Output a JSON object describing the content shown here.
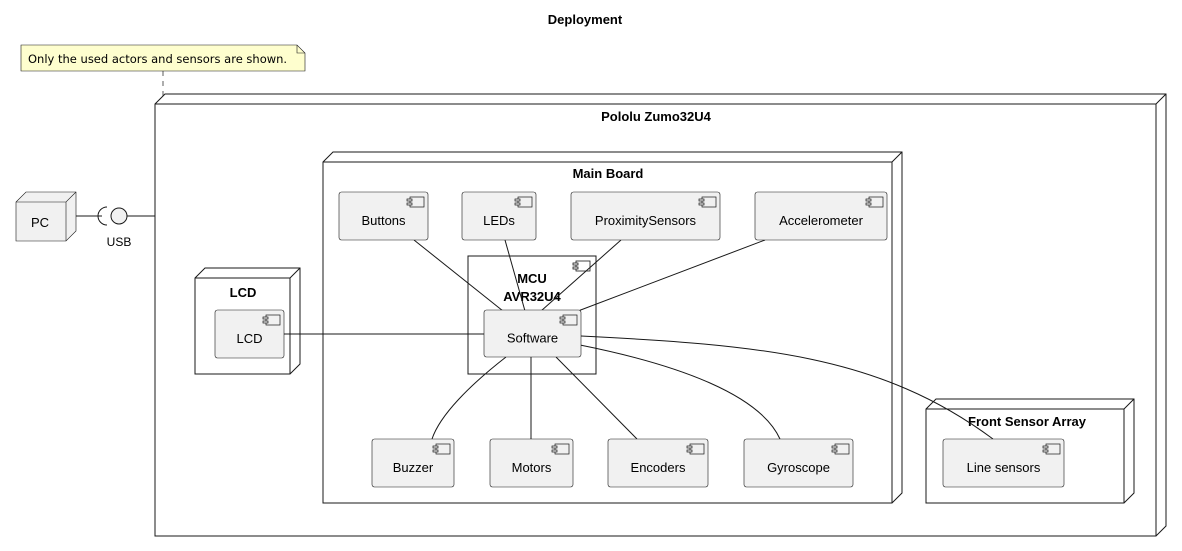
{
  "title": "Deployment",
  "note": "Only the used actors and sensors are shown.",
  "pc": "PC",
  "usb": "USB",
  "nodes": {
    "zumo": "Pololu Zumo32U4",
    "main_board": "Main Board",
    "lcd_node": "LCD",
    "front_array": "Front Sensor Array"
  },
  "mcu": {
    "line1": "MCU",
    "line2": "AVR32U4"
  },
  "components": {
    "buttons": "Buttons",
    "leds": "LEDs",
    "proximity": "ProximitySensors",
    "accelerometer": "Accelerometer",
    "software": "Software",
    "lcd": "LCD",
    "buzzer": "Buzzer",
    "motors": "Motors",
    "encoders": "Encoders",
    "gyroscope": "Gyroscope",
    "line_sensors": "Line sensors"
  },
  "colors": {
    "component_fill": "#f1f1f1",
    "note_fill": "#fefece",
    "stroke": "#181818"
  }
}
